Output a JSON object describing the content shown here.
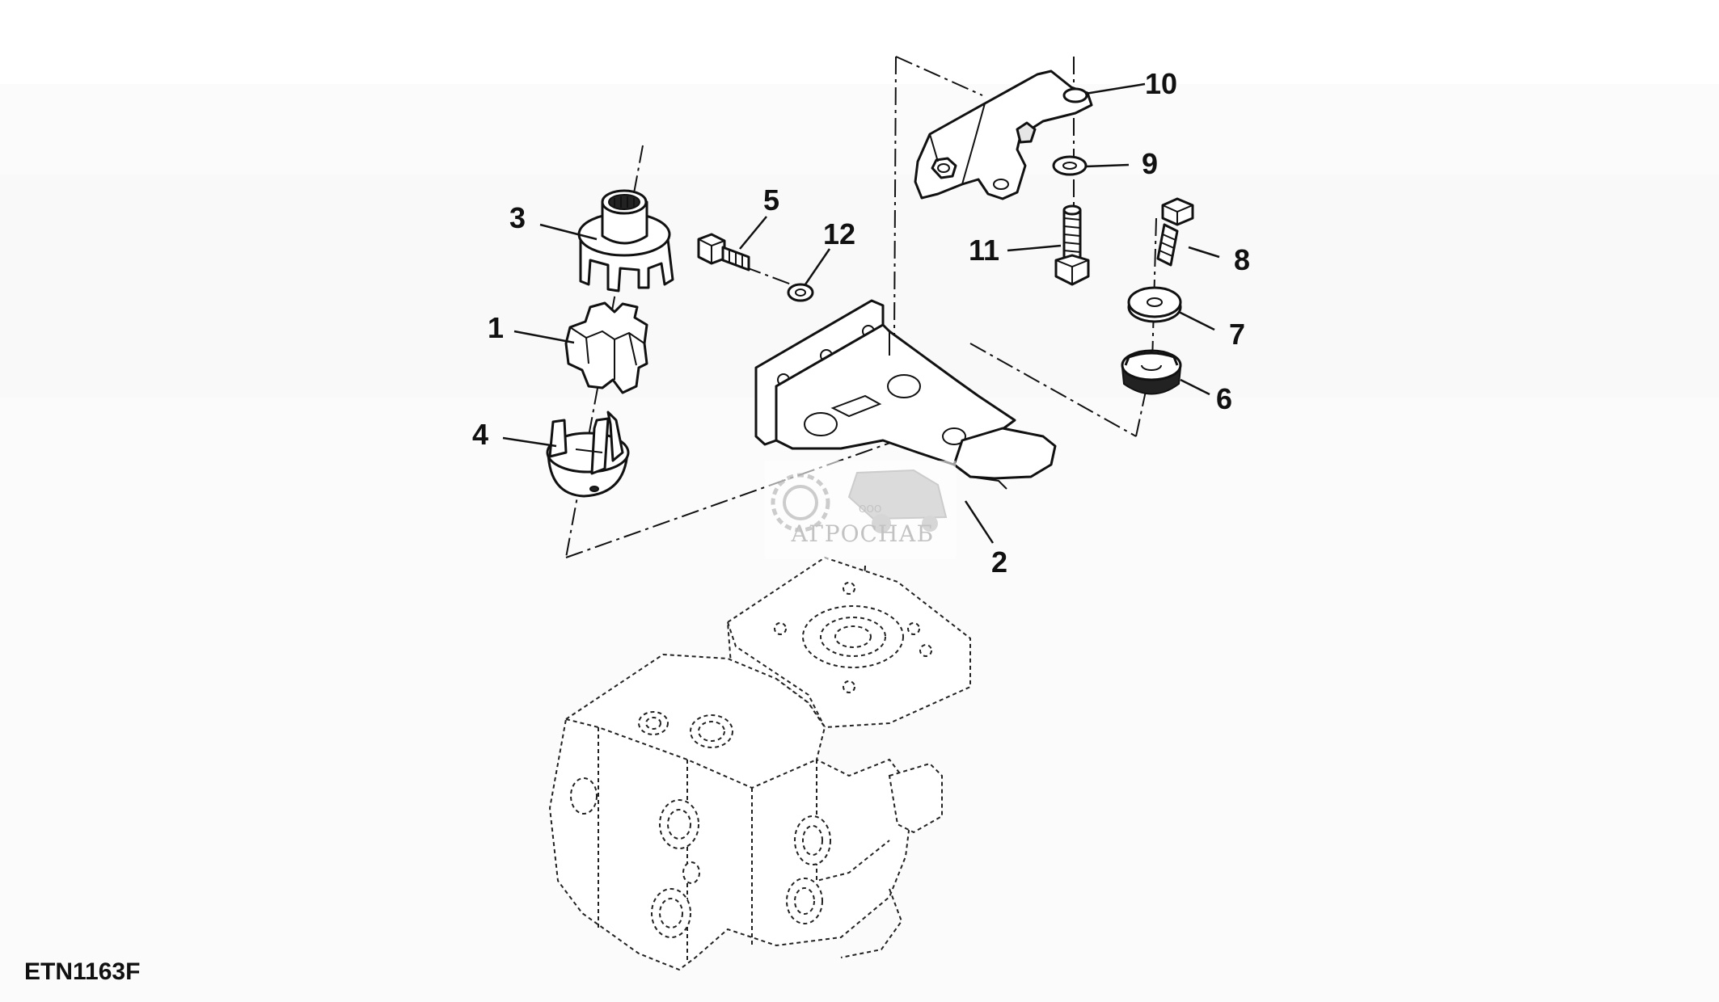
{
  "figure_code": "ETN1163F",
  "watermark": {
    "company_prefix": "ООО",
    "company_name": "АГРОСНАБ"
  },
  "callouts": {
    "c1": "1",
    "c2": "2",
    "c3": "3",
    "c4": "4",
    "c5": "5",
    "c6": "6",
    "c7": "7",
    "c8": "8",
    "c9": "9",
    "c10": "10",
    "c11": "11",
    "c12": "12"
  }
}
